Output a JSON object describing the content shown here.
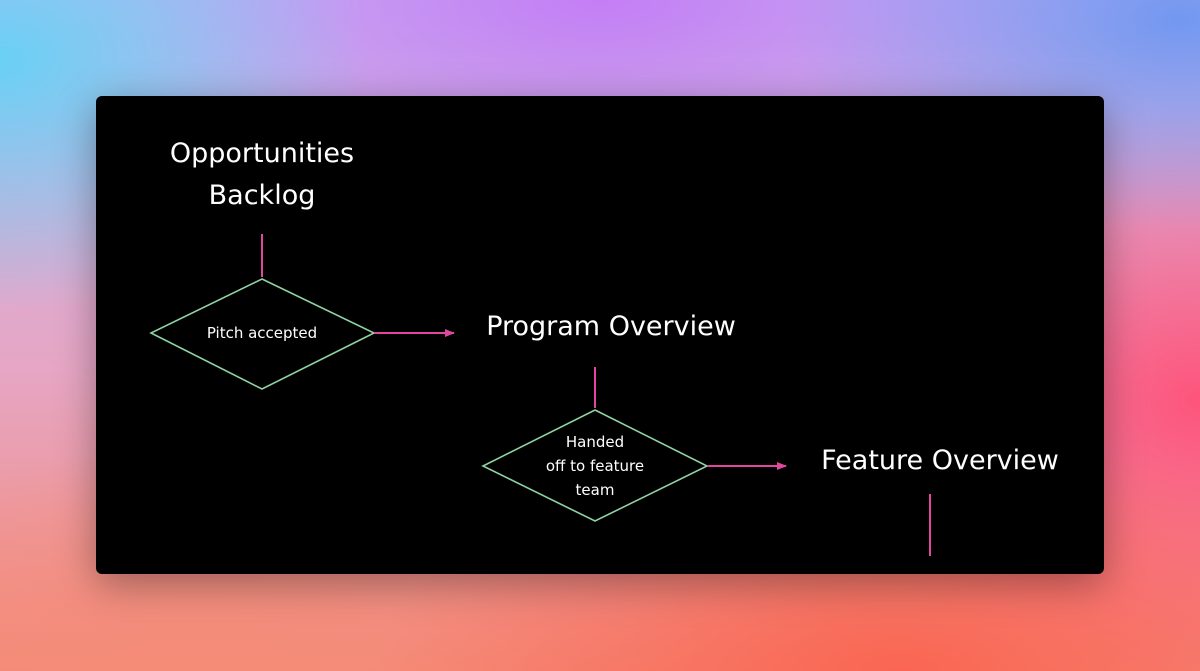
{
  "diagram": {
    "nodes": {
      "opportunities_backlog": {
        "lines": [
          "Opportunities",
          "Backlog"
        ]
      },
      "pitch_accepted": {
        "label": "Pitch accepted"
      },
      "program_overview": {
        "label": "Program Overview"
      },
      "handed_off": {
        "lines": [
          "Handed",
          "off to feature",
          "team"
        ]
      },
      "feature_overview": {
        "label": "Feature Overview"
      }
    },
    "colors": {
      "background": "#000000",
      "text": "#ffffff",
      "connector": "#e0479e",
      "diamond_stroke": "#8fd3a4"
    }
  }
}
